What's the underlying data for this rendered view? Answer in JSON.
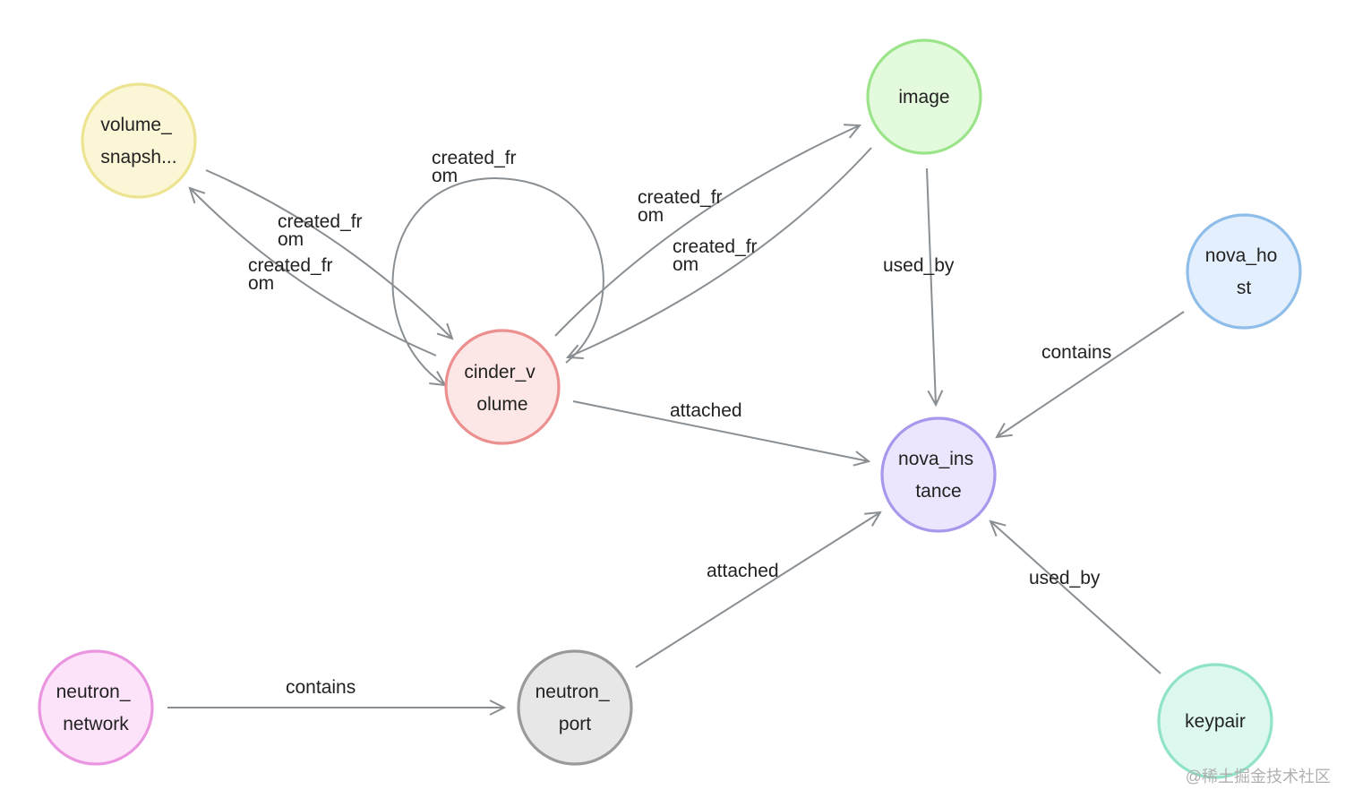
{
  "nodes": {
    "volume_snapshot": {
      "lines": [
        "volume_",
        "snapsh..."
      ],
      "fill": "#fbf7d6",
      "stroke": "#ece491"
    },
    "cinder_volume": {
      "lines": [
        "cinder_v",
        "olume"
      ],
      "fill": "#fde6e6",
      "stroke": "#ec8f8f"
    },
    "image": {
      "lines": [
        "image"
      ],
      "fill": "#e3fbdc",
      "stroke": "#9be48a"
    },
    "nova_host": {
      "lines": [
        "nova_ho",
        "st"
      ],
      "fill": "#e3effd",
      "stroke": "#8fbde9"
    },
    "nova_instance": {
      "lines": [
        "nova_ins",
        "tance"
      ],
      "fill": "#ebe6fd",
      "stroke": "#a897ec"
    },
    "neutron_network": {
      "lines": [
        "neutron_",
        "network"
      ],
      "fill": "#fde3fa",
      "stroke": "#ea95e0"
    },
    "neutron_port": {
      "lines": [
        "neutron_",
        "port"
      ],
      "fill": "#e7e7e7",
      "stroke": "#9a9a9a"
    },
    "keypair": {
      "lines": [
        "keypair"
      ],
      "fill": "#ddf9ef",
      "stroke": "#8fe3c6"
    }
  },
  "edges": {
    "snapshot_to_volume": {
      "lines": [
        "created_fr",
        "om"
      ]
    },
    "volume_to_snapshot": {
      "lines": [
        "created_fr",
        "om"
      ]
    },
    "volume_self_loop": {
      "lines": [
        "created_fr",
        "om"
      ]
    },
    "volume_to_image": {
      "lines": [
        "created_fr",
        "om"
      ]
    },
    "image_to_volume": {
      "lines": [
        "created_fr",
        "om"
      ]
    },
    "image_to_instance": {
      "lines": [
        "used_by"
      ]
    },
    "host_to_instance": {
      "lines": [
        "contains"
      ]
    },
    "volume_to_instance": {
      "lines": [
        "attached"
      ]
    },
    "port_to_instance": {
      "lines": [
        "attached"
      ]
    },
    "keypair_to_instance": {
      "lines": [
        "used_by"
      ]
    },
    "network_to_port": {
      "lines": [
        "contains"
      ]
    }
  },
  "watermark": "@稀土掘金技术社区",
  "colors": {
    "edge": "#8a8f93",
    "text": "#222222"
  }
}
